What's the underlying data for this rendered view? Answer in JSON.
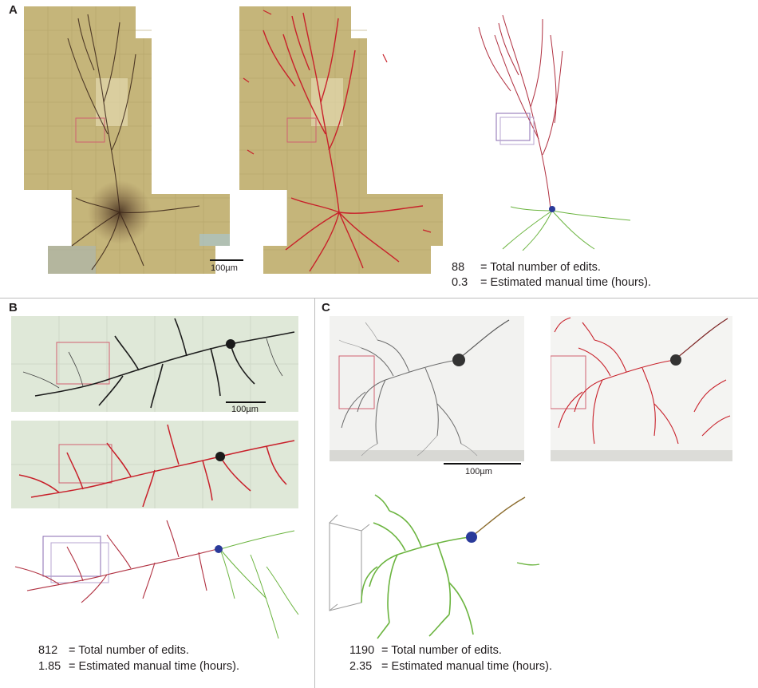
{
  "panels": {
    "A": {
      "letter": "A",
      "scale_label": "100µm",
      "edits_value": "88",
      "edits_label": "= Total number of edits.",
      "time_value": "0.3",
      "time_label": "= Estimated manual time (hours)."
    },
    "B": {
      "letter": "B",
      "scale_label": "100µm",
      "edits_value": "812",
      "edits_label": "= Total number of edits.",
      "time_value": "1.85",
      "time_label": "= Estimated manual time (hours)."
    },
    "C": {
      "letter": "C",
      "scale_label": "100µm",
      "edits_value": "1190",
      "edits_label": "= Total number of edits.",
      "time_value": "2.35",
      "time_label": "= Estimated manual time (hours)."
    }
  },
  "colors": {
    "trace_red": "#c8202a",
    "dendrite_green": "#6bb43f",
    "apical_red": "#b03040",
    "soma_blue": "#2a3a9a",
    "tile_tan": "#c7b77a",
    "tile_green": "#dfe8d8",
    "stain_dark": "#2a1a12"
  }
}
